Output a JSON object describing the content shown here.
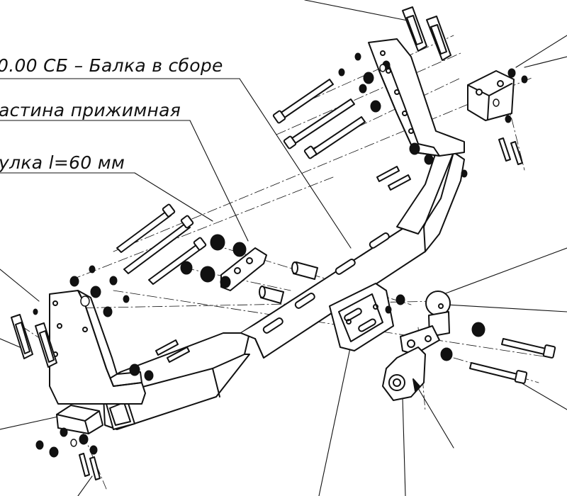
{
  "callouts": {
    "assembly": "0.00 СБ – Балка в сборе",
    "plate": "астина прижимная",
    "bushing": "улка l=60 мм"
  },
  "colors": {
    "line": "#111111",
    "fill": "#ffffff",
    "dark": "#1a1a1a"
  }
}
